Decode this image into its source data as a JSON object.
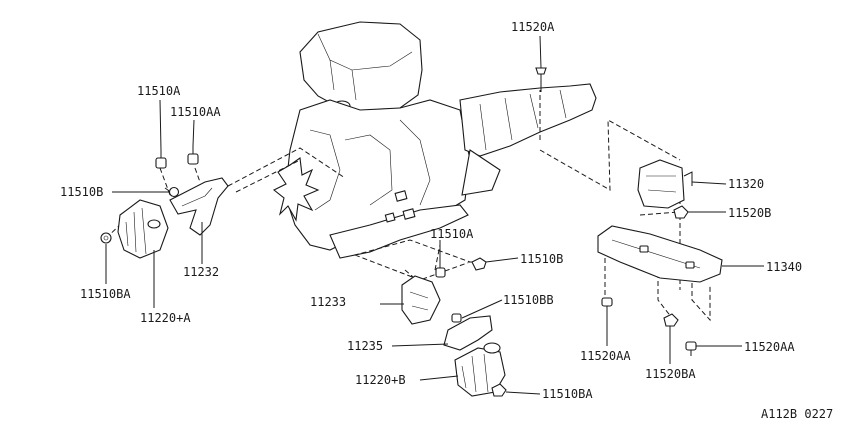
{
  "labels": {
    "p11520A": "11520A",
    "p11510A_top": "11510A",
    "p11510AA": "11510AA",
    "p11510B_left": "11510B",
    "p11232": "11232",
    "p11510BA_left": "11510BA",
    "p11220A": "11220+A",
    "p11510A_mid": "11510A",
    "p11510B_mid": "11510B",
    "p11233": "11233",
    "p11510BB": "11510BB",
    "p11235": "11235",
    "p11220B": "11220+B",
    "p11510BA_bottom": "11510BA",
    "p11320": "11320",
    "p11520B": "11520B",
    "p11340": "11340",
    "p11520AA_left": "11520AA",
    "p11520BA": "11520BA",
    "p11520AA_right": "11520AA"
  },
  "diagram_code": "A112B 0227"
}
